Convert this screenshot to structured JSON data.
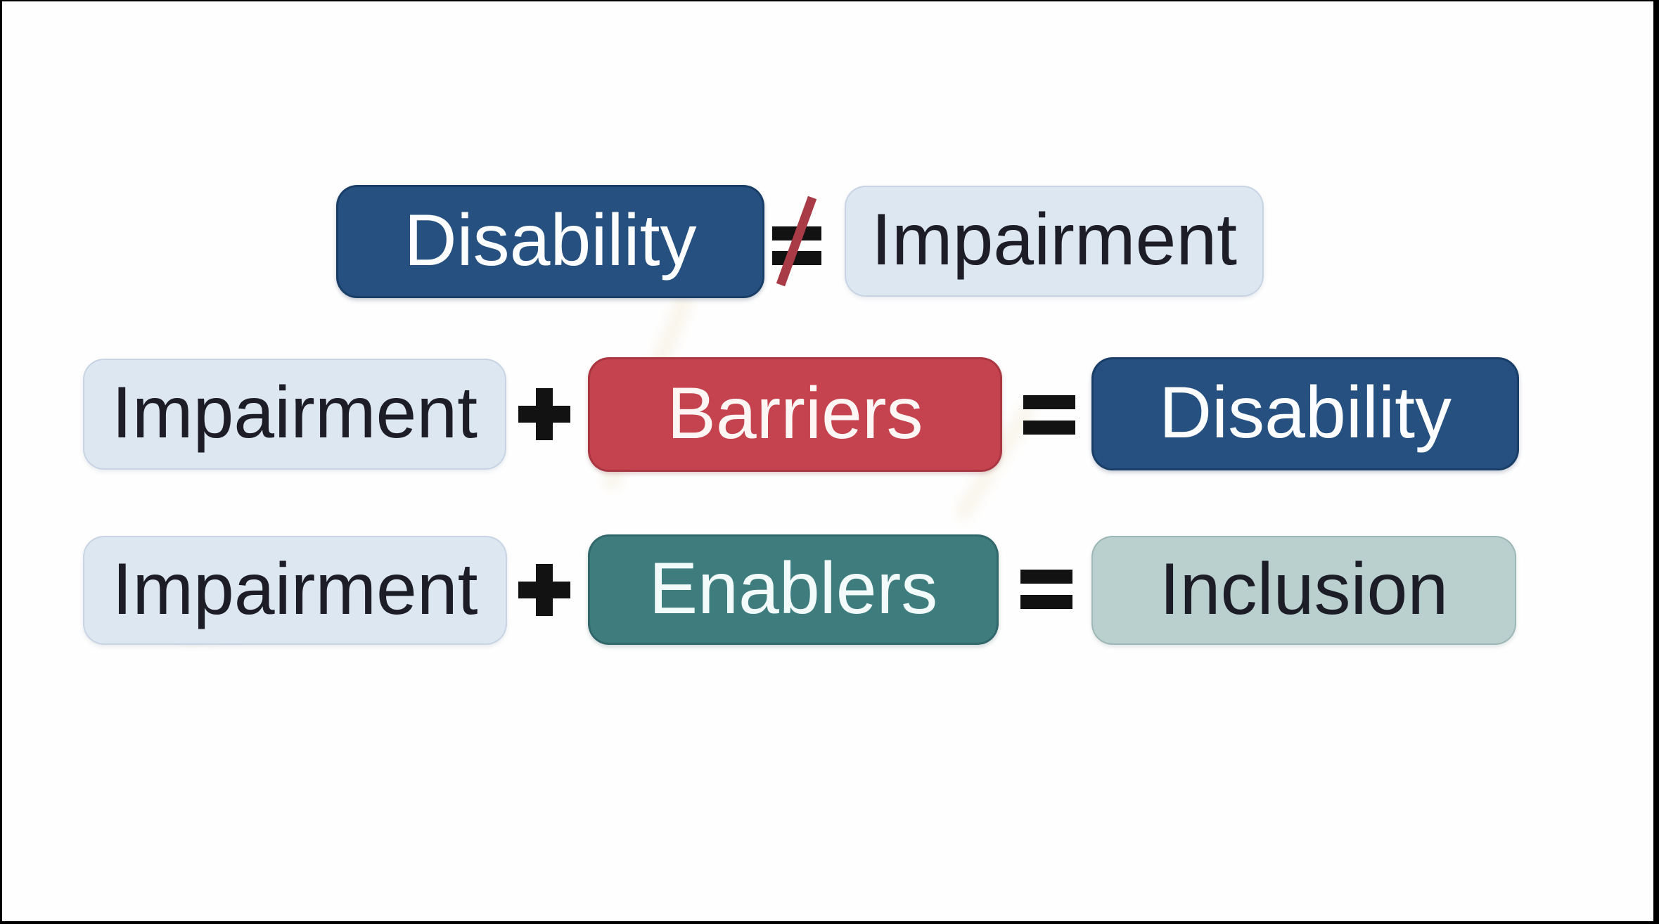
{
  "slide": {
    "background": "#fefefe",
    "frame_color": "#000000",
    "colors": {
      "navy": "#25507f",
      "red": "#c5434e",
      "teal": "#3f7c7e",
      "sage": "#b9d0cf",
      "light_blue": "#dde7f2",
      "dark_text": "#1d1d27",
      "light_text": "#fbfdff",
      "operator_black": "#121212",
      "slash_red": "#a83b46"
    },
    "rows": [
      {
        "items": [
          {
            "label": "Disability"
          },
          {
            "operator": "≠"
          },
          {
            "label": "Impairment"
          }
        ]
      },
      {
        "items": [
          {
            "label": "Impairment"
          },
          {
            "operator": "+"
          },
          {
            "label": "Barriers"
          },
          {
            "operator": "="
          },
          {
            "label": "Disability"
          }
        ]
      },
      {
        "items": [
          {
            "label": "Impairment"
          },
          {
            "operator": "+"
          },
          {
            "label": "Enablers"
          },
          {
            "operator": "="
          },
          {
            "label": "Inclusion"
          }
        ]
      }
    ]
  }
}
